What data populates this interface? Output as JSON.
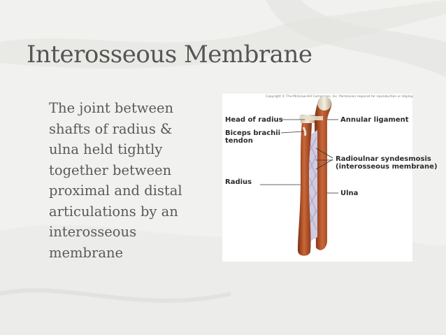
{
  "slide": {
    "title": "Interosseous Membrane",
    "body_lines": [
      "The joint between",
      "shafts of radius &",
      "ulna held tightly",
      "together between",
      "proximal and distal",
      "articulations by an",
      "interosseous",
      "membrane"
    ]
  },
  "figure": {
    "copyright": "Copyright © The McGraw-Hill Companies, Inc. Permission required for reproduction or display.",
    "labels": {
      "head_of_radius": "Head of radius",
      "biceps_line1": "Biceps brachii",
      "biceps_line2": "tendon",
      "radius": "Radius",
      "annular_ligament": "Annular ligament",
      "syndesmosis_line1": "Radioulnar syndesmosis",
      "syndesmosis_line2": "(interosseous membrane)",
      "ulna": "Ulna"
    }
  },
  "colors": {
    "background": "#f1f1ef",
    "title": "#555555",
    "text": "#595959",
    "bone": "#b4542a",
    "membrane": "#cfcbe0"
  }
}
